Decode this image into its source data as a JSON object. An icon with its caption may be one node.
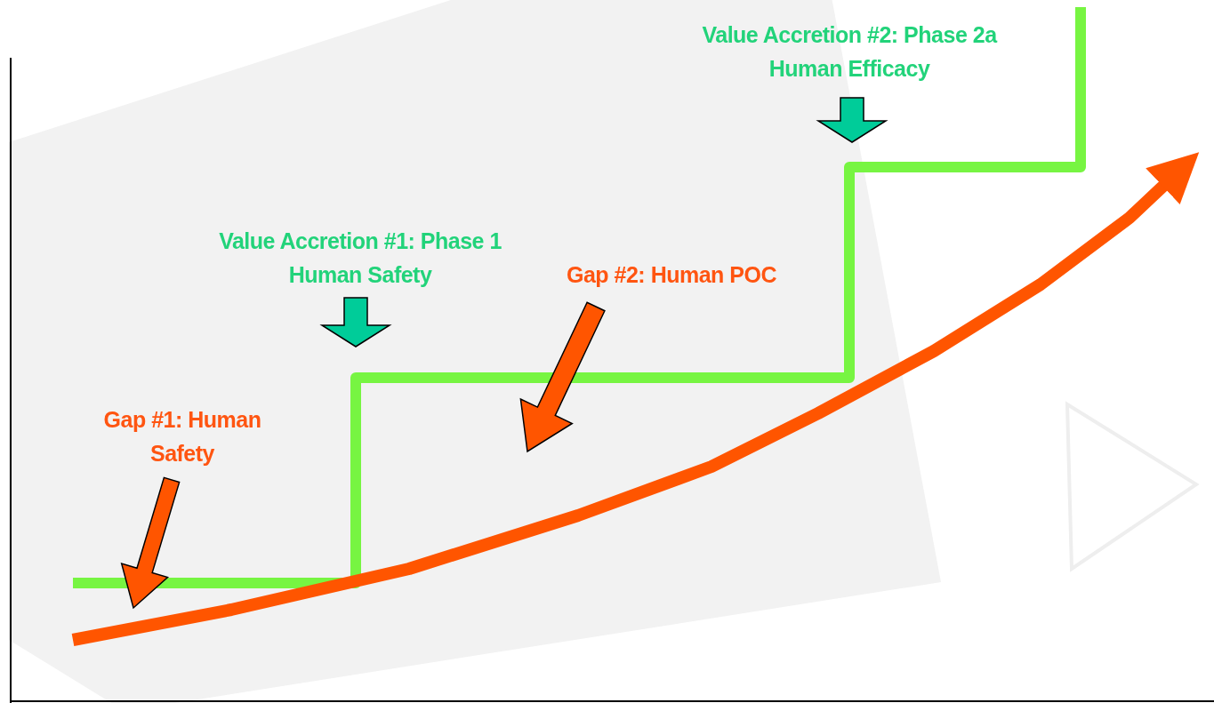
{
  "diagram": {
    "nodes": [
      {
        "text": [
          "Value Accretion #2: Phase 2a Human Efficacy"
        ]
      },
      {
        "text": [
          "Value Accretion #1: Phase 1 Human Safety"
        ]
      },
      {
        "text": [
          "Gap #2: Human POC"
        ]
      },
      {
        "text": [
          "Gap #1: Human Safety"
        ]
      },
      {
        "text": [],
        "shape": "triangle"
      }
    ],
    "edges": [
      {
        "from": 0,
        "to": null,
        "arrow": "to",
        "color": "#00cc99"
      },
      {
        "from": 1,
        "to": null,
        "arrow": "to",
        "color": "#00cc99"
      },
      {
        "from": 2,
        "to": null,
        "arrow": "to",
        "color": "#ff5500"
      },
      {
        "from": 3,
        "to": null,
        "arrow": "to",
        "color": "#ff5500"
      }
    ]
  }
}
